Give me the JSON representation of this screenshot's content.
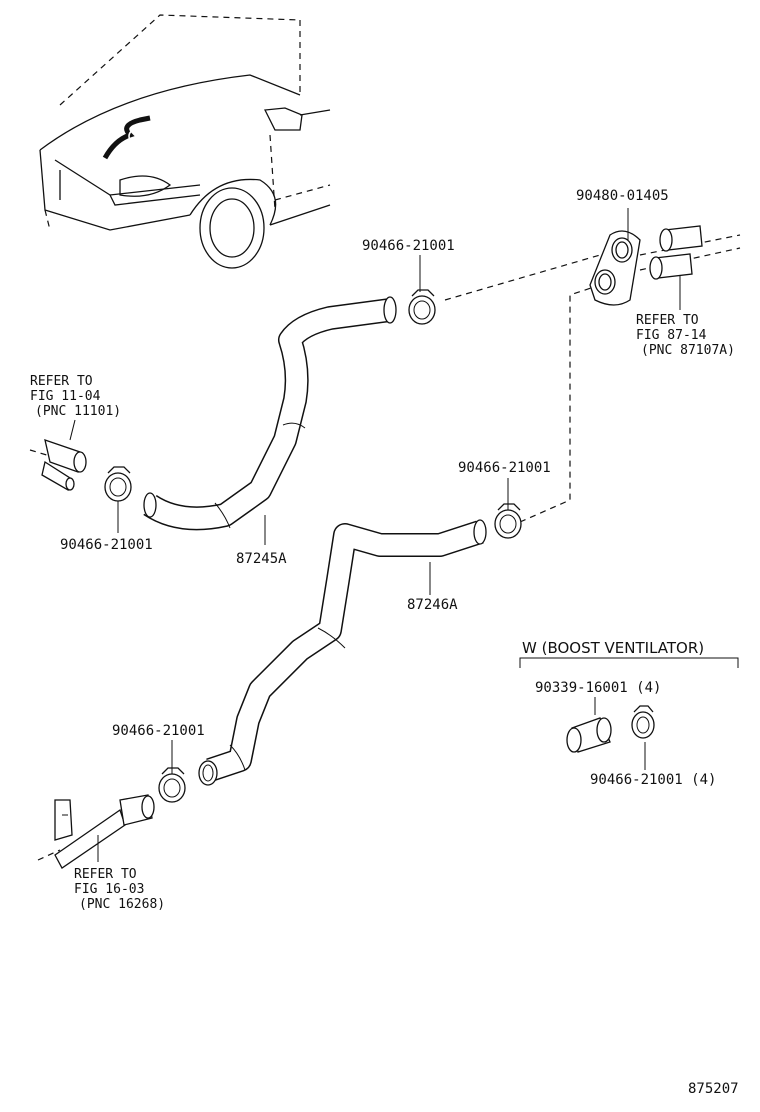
{
  "figure_number": "875207",
  "parts": {
    "hose_upper": "87245A",
    "hose_lower": "87246A",
    "clip_top": "90466-21001",
    "clip_right": "90466-21001",
    "clip_left": "90466-21001",
    "clip_bottom": "90466-21001",
    "grommet": "90480-01405"
  },
  "refs": {
    "fig_11_04": {
      "line1": "REFER TO",
      "line2": "FIG 11-04",
      "line3": "(PNC 11101)"
    },
    "fig_87_14": {
      "line1": "REFER TO",
      "line2": "FIG 87-14",
      "line3": "(PNC 87107A)"
    },
    "fig_16_03": {
      "line1": "REFER TO",
      "line2": "FIG 16-03",
      "line3": "(PNC 16268)"
    }
  },
  "boost_ventilator": {
    "title": "W (BOOST VENTILATOR)",
    "pipe_part": "90339-16001 (4)",
    "clip_part": "90466-21001 (4)"
  }
}
